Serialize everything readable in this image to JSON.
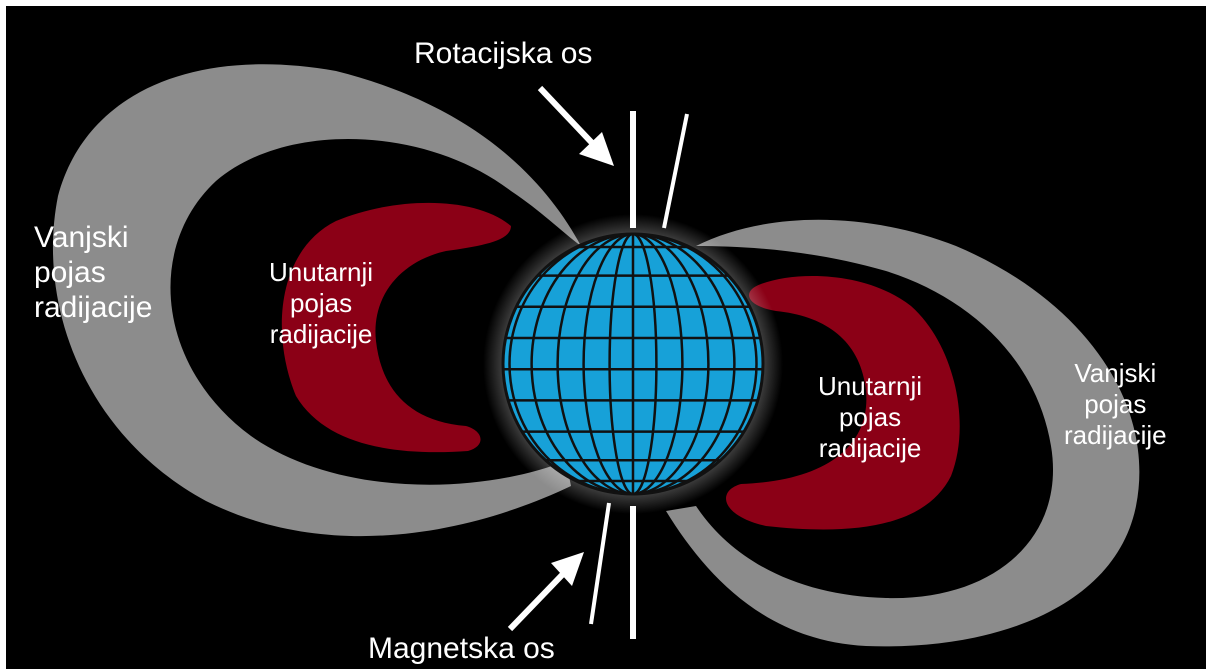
{
  "labels": {
    "rotation_axis": "Rotacijska os",
    "magnetic_axis": "Magnetska os",
    "outer_left": [
      "Vanjski",
      "pojas",
      "radijacije"
    ],
    "inner_left": [
      "Unutarnji",
      "pojas",
      "radijacije"
    ],
    "inner_right": [
      "Unutarnji",
      "pojas",
      "radijacije"
    ],
    "outer_right": [
      "Vanjski",
      "pojas",
      "radijacije"
    ]
  },
  "colors": {
    "background": "#000000",
    "outer_belt": "#8c8c8c",
    "inner_belt": "#8b0016",
    "earth": "#17a1d8",
    "grid": "#111111",
    "axis": "#ffffff"
  }
}
